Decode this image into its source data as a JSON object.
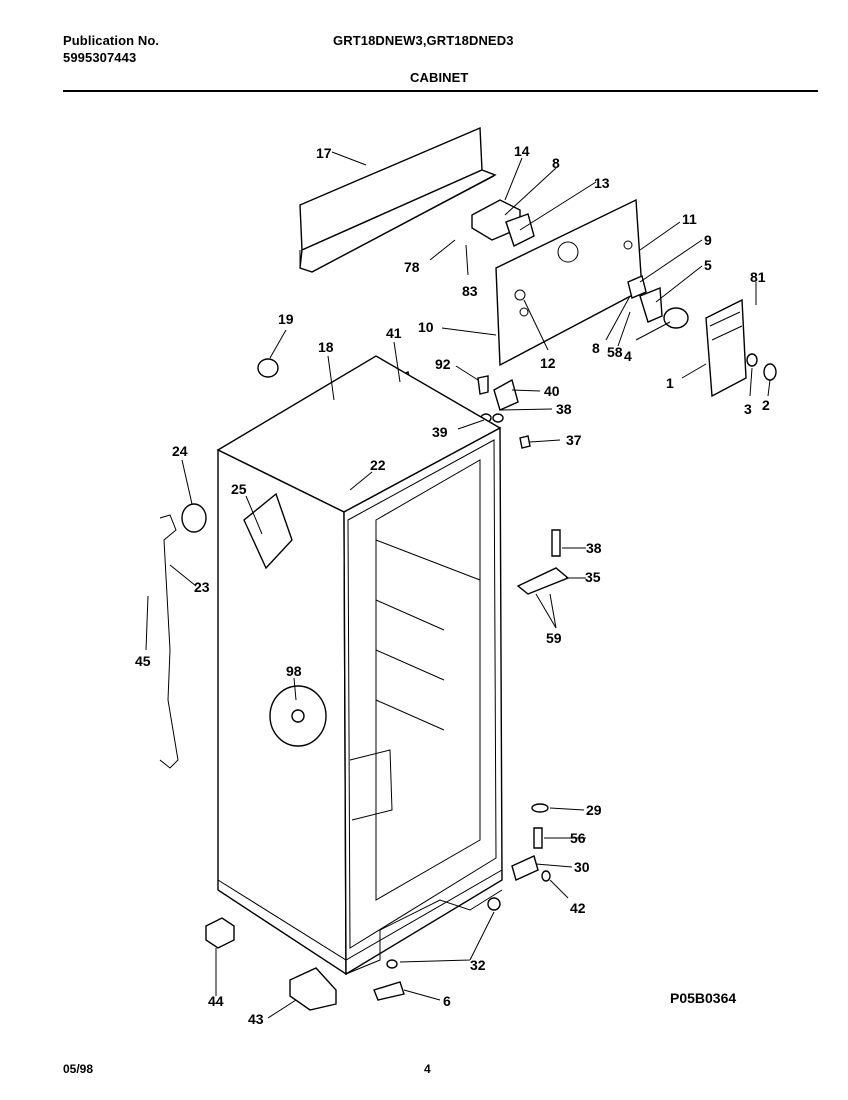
{
  "header": {
    "publication_label": "Publication No.",
    "publication_number": "5995307443",
    "models": "GRT18DNEW3,GRT18DNED3",
    "section_title": "CABINET"
  },
  "footer": {
    "date": "05/98",
    "page_number": "4"
  },
  "figure_code": "P05B0364",
  "callouts": [
    "17",
    "14",
    "8",
    "13",
    "11",
    "9",
    "5",
    "81",
    "78",
    "83",
    "19",
    "18",
    "41",
    "10",
    "92",
    "40",
    "38",
    "12",
    "8",
    "58",
    "4",
    "1",
    "3",
    "2",
    "39",
    "37",
    "24",
    "22",
    "25",
    "23",
    "45",
    "38",
    "35",
    "59",
    "98",
    "29",
    "56",
    "30",
    "42",
    "44",
    "32",
    "43",
    "6"
  ]
}
